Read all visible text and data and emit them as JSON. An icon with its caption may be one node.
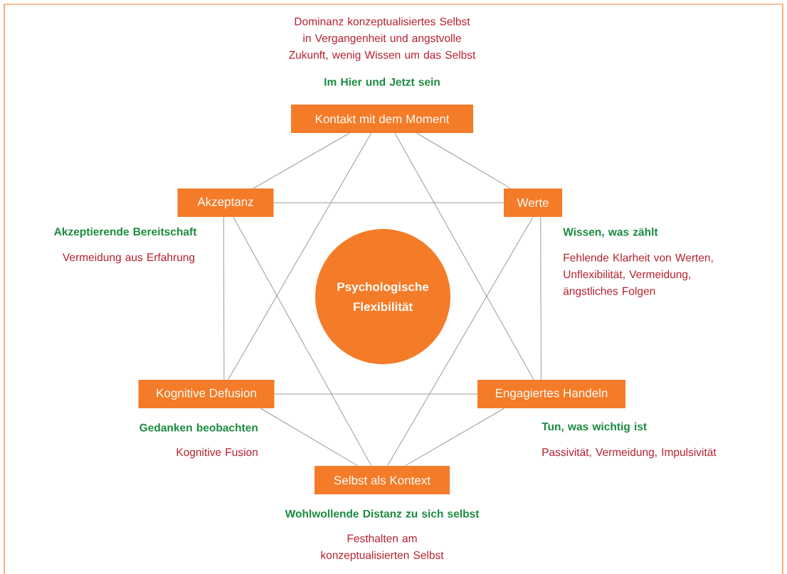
{
  "diagram": {
    "nodes": [
      {
        "text": [
          "Kontakt mit dem Moment"
        ],
        "beside": [
          "Im Hier und Jetzt sein",
          "Dominanz konzeptualisiertes Selbst in Vergangenheit und angstvolle Zukunft, wenig Wissen um das Selbst"
        ]
      },
      {
        "text": [
          "Akzeptanz"
        ],
        "beside": [
          "Akzeptierende Bereitschaft",
          "Vermeidung aus Erfahrung"
        ]
      },
      {
        "text": [
          "Werte"
        ],
        "beside": [
          "Wissen, was zählt",
          "Fehlende Klarheit von Werten, Unflexibilität, Vermeidung, ängstliches Folgen"
        ]
      },
      {
        "text": [
          "Psychologische Flexibilität"
        ]
      },
      {
        "text": [
          "Kognitive Defusion"
        ],
        "beside": [
          "Gedanken beobachten",
          "Kognitive Fusion"
        ]
      },
      {
        "text": [
          "Engagiertes Handeln"
        ],
        "beside": [
          "Tun, was wichtig ist",
          "Passivität, Vermeidung, Impulsivität"
        ]
      },
      {
        "text": [
          "Selbst als Kontext"
        ],
        "beside": [
          "Wohlwollende Distanz zu sich selbst",
          "Festhalten am konzeptualisierten Selbst"
        ]
      }
    ],
    "edges": [
      {
        "from": 0,
        "to": 1,
        "arrow": "none"
      },
      {
        "from": 0,
        "to": 2,
        "arrow": "none"
      },
      {
        "from": 0,
        "to": 4,
        "arrow": "none"
      },
      {
        "from": 0,
        "to": 5,
        "arrow": "none"
      },
      {
        "from": 1,
        "to": 2,
        "arrow": "none"
      },
      {
        "from": 1,
        "to": 4,
        "arrow": "none"
      },
      {
        "from": 1,
        "to": 6,
        "arrow": "none"
      },
      {
        "from": 2,
        "to": 5,
        "arrow": "none"
      },
      {
        "from": 2,
        "to": 6,
        "arrow": "none"
      },
      {
        "from": 4,
        "to": 5,
        "arrow": "none"
      },
      {
        "from": 4,
        "to": 6,
        "arrow": "none"
      },
      {
        "from": 5,
        "to": 6,
        "arrow": "none"
      }
    ]
  }
}
